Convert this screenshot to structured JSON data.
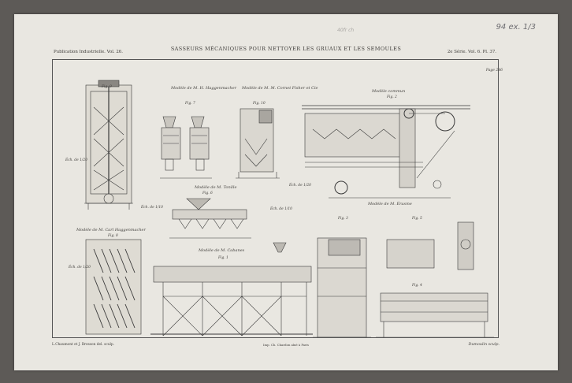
{
  "plate": {
    "title": "SASSEURS MÉCANIQUES POUR NETTOYER LES GRUAUX ET LES SEMOULES",
    "publication": "Publication Industrielle. Vol. 26.",
    "series": "2e Série. Vol. 6. Pl. 37.",
    "page_ref": "Page 246",
    "engraver_left": "L.Chaumont et J. Bresson del. sculp.",
    "printer": "Imp. Ch. Chardon aîné à Paris",
    "engraver_right": "Dumoulin sculp.",
    "pencil_note": "94 ex. 1/3",
    "pencil_faint": "40fr ch"
  },
  "models": [
    {
      "id": "haggenmacher",
      "label": "Modèle de M. H. Haggenmacher"
    },
    {
      "id": "cornet",
      "label": "Modèle de M. M. Cornet Fisher et Cie"
    },
    {
      "id": "commun",
      "label": "Modèle commun"
    },
    {
      "id": "tonille",
      "label": "Modèle de M. Tonille"
    },
    {
      "id": "erasme",
      "label": "Modèle de M. Érasme"
    },
    {
      "id": "carl",
      "label": "Modèle de M. Carl Haggenmacher"
    },
    {
      "id": "cabanes",
      "label": "Modèle de M. Cabanes"
    }
  ],
  "figures": [
    "Fig. 9",
    "Fig. 7",
    "Fig. 10",
    "Fig. 2",
    "Fig. 6",
    "Fig. 8",
    "Fig. 1",
    "Fig. 3",
    "Fig. 4",
    "Fig. 5"
  ],
  "scales": [
    "Éch. de 1/20",
    "Éch. de 1/10",
    "Éch. de 1/10",
    "Éch. de 1/20",
    "Éch. de 1/20"
  ]
}
